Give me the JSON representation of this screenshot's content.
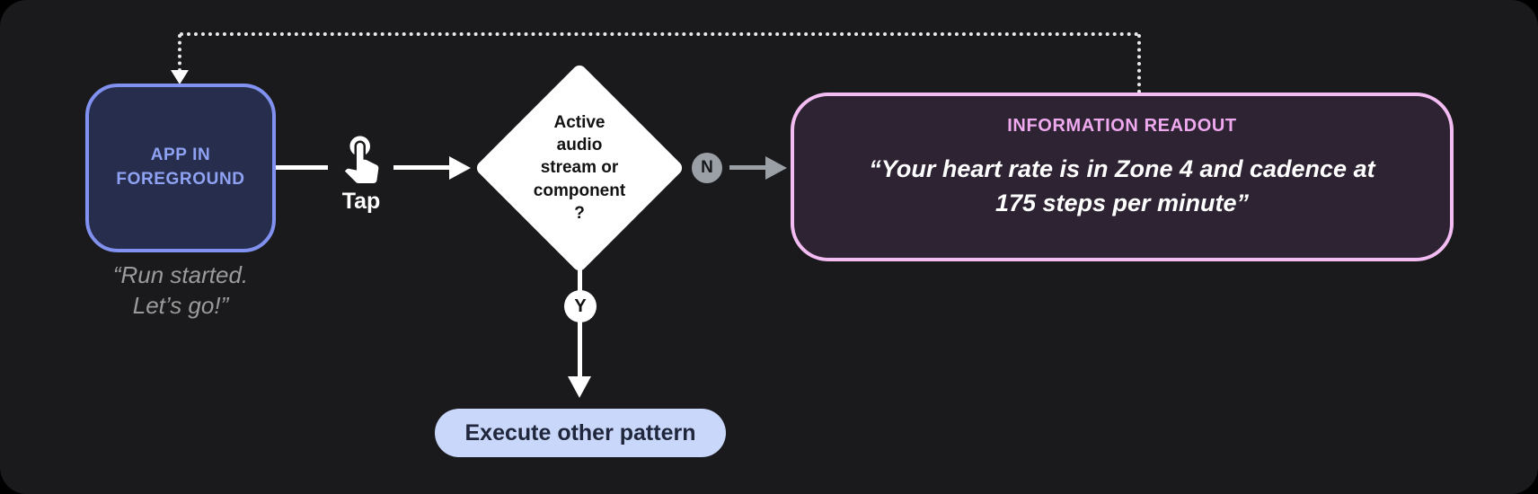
{
  "diagram": {
    "app_node": {
      "label": "APP IN\nFOREGROUND",
      "quote": "“Run started.\nLet’s go!”"
    },
    "tap": {
      "label": "Tap"
    },
    "decision": {
      "label": "Active\naudio\nstream or\ncomponent\n?"
    },
    "branches": {
      "no": "N",
      "yes": "Y"
    },
    "readout": {
      "title": "INFORMATION READOUT",
      "body": "“Your heart rate is in Zone 4 and cadence at\n175 steps per minute”"
    },
    "execute": {
      "label": "Execute other pattern"
    },
    "colors": {
      "surface": "#1a1a1c",
      "app_border": "#8191ef",
      "app_fill": "#272e4d",
      "app_text": "#8fa2f4",
      "quote_text": "#9b9b9b",
      "readout_border": "#f3bdf3",
      "readout_fill": "#2d2332",
      "readout_title": "#efa9ef",
      "pill_bg": "#c9d8fa",
      "pill_text": "#20263b",
      "gray_connector": "#9aa0a6"
    }
  }
}
